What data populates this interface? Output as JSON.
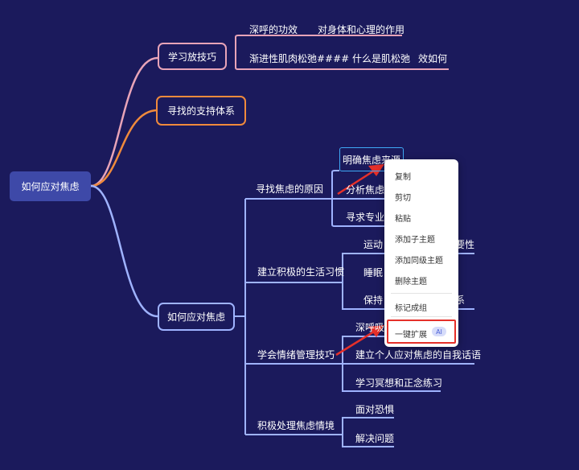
{
  "root": "如何应对焦虑",
  "branches": {
    "study": {
      "label": "学习放技巧",
      "children": [
        "深呼的功效",
        "对身体和心理的作用",
        "渐进性肌肉松弛#### 什么是肌松弛",
        "效如何"
      ]
    },
    "support": {
      "label": "寻找的支持体系"
    },
    "cope": {
      "label": "如何应对焦虑",
      "subs": {
        "causes": {
          "label": "寻找焦虑的原因",
          "children": [
            "明确焦虑来源",
            "分析焦虑",
            "寻求专业"
          ]
        },
        "habits": {
          "label": "建立积极的生活习惯",
          "children": [
            "运动",
            "要性",
            "睡眠",
            "保持",
            "系"
          ]
        },
        "emotion": {
          "label": "学会情绪管理技巧",
          "children": [
            "深呼吸",
            "建立个人应对焦虑的自我话语",
            "学习冥想和正念练习"
          ]
        },
        "handle": {
          "label": "积极处理焦虑情境",
          "children": [
            "面对恐惧",
            "解决问题"
          ]
        }
      }
    }
  },
  "context_menu": {
    "items": [
      "复制",
      "剪切",
      "粘贴",
      "添加子主题",
      "添加同级主题",
      "删除主题",
      "标记成组",
      "一键扩展"
    ],
    "ai_badge": "AI"
  },
  "colors": {
    "background": "#1b1a5c",
    "branch_pink": "#e8a4b8",
    "branch_orange": "#f08a3c",
    "branch_blue": "#9fb3ff",
    "highlight_red": "#e5302a",
    "root_fill": "#3e49a8"
  }
}
